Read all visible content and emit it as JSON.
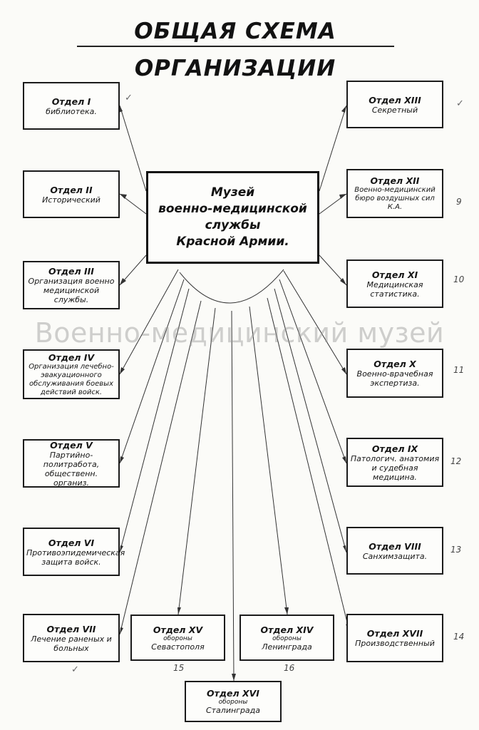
{
  "title": "Общая схема организации",
  "center": {
    "line1": "Музей",
    "line2": "военно-медицинской",
    "line3": "службы",
    "line4": "Красной Армии."
  },
  "departments": {
    "d1": {
      "head": "Отдел I",
      "body": "библиотека."
    },
    "d2": {
      "head": "Отдел II",
      "body": "Исторический"
    },
    "d3": {
      "head": "Отдел III",
      "body": "Организация военно медицинской службы."
    },
    "d4": {
      "head": "Отдел IV",
      "body": "Организация лечебно-эвакуационного обслуживания боевых действий войск."
    },
    "d5": {
      "head": "Отдел V",
      "body": "Партийно-политработа, общественн. организ."
    },
    "d6": {
      "head": "Отдел VI",
      "body": "Противоэпидемическая защита войск."
    },
    "d7": {
      "head": "Отдел VII",
      "body": "Лечение раненых и больных"
    },
    "d13": {
      "head": "Отдел XIII",
      "body": "Секретный"
    },
    "d12": {
      "head": "Отдел XII",
      "body": "Военно-медицинский бюро воздушных сил К.А."
    },
    "d11": {
      "head": "Отдел XI",
      "body": "Медицинская статистика."
    },
    "d10": {
      "head": "Отдел X",
      "body": "Военно-врачебная экспертиза."
    },
    "d9": {
      "head": "Отдел IX",
      "body": "Патологич. анатомия и судебная медицина."
    },
    "d8": {
      "head": "Отдел VIII",
      "body": "Санхимзащита."
    },
    "d17": {
      "head": "Отдел XVII",
      "body": "Производственный"
    },
    "d15": {
      "head": "Отдел XV",
      "sub": "обороны",
      "body": "Севастополя"
    },
    "d14": {
      "head": "Отдел XIV",
      "sub": "обороны",
      "body": "Ленинграда"
    },
    "d16": {
      "head": "Отдел XVI",
      "sub": "обороны",
      "body": "Сталинграда"
    }
  },
  "watermark": "Военно-медицинский музей",
  "notes": {
    "n9": "9",
    "n10": "10",
    "n11": "11",
    "n12": "12",
    "n13": "13",
    "n14": "14",
    "n15": "15",
    "n16": "16"
  }
}
